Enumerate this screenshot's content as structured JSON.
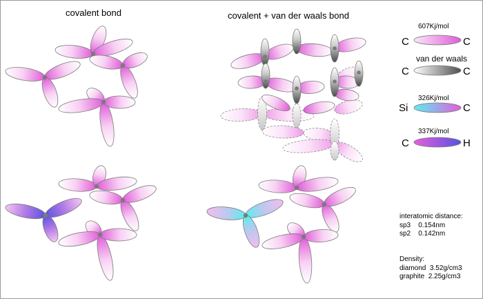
{
  "titles": {
    "left": "covalent bond",
    "right": "covalent + van der waals  bond"
  },
  "legend": [
    {
      "left_atom": "C",
      "right_atom": "C",
      "label": "607Kj/mol",
      "bond": "covalent C-C",
      "colors": [
        "#f7d9f2",
        "#e060d8"
      ]
    },
    {
      "left_atom": "C",
      "right_atom": "C",
      "label": "van der waals",
      "bond": "van der waals C-C",
      "colors": [
        "#ffffff",
        "#555555"
      ]
    },
    {
      "left_atom": "Si",
      "right_atom": "C",
      "label": "326Kj/mol",
      "bond": "Si-C",
      "colors": [
        "#5ef0f0",
        "#e060d8"
      ]
    },
    {
      "left_atom": "C",
      "right_atom": "H",
      "label": "337Kj/mol",
      "bond": "C-H",
      "colors": [
        "#e060d8",
        "#5a55e0"
      ]
    }
  ],
  "interatomic": {
    "heading": "interatomic distance:",
    "sp3": "sp3    0.154nm",
    "sp2": "sp2    0.142nm"
  },
  "density": {
    "heading": "Density:",
    "diamond": "diamond  3.52g/cm3",
    "graphite": "graphite  2.25g/cm3"
  },
  "colors": {
    "lobe_light": "#fbe4f8",
    "lobe_dark": "#e25fda",
    "vdw_dark": "#555555",
    "si_cyan": "#5ef0f0",
    "h_blue": "#5a55e0",
    "atom_dot": "#777777"
  }
}
